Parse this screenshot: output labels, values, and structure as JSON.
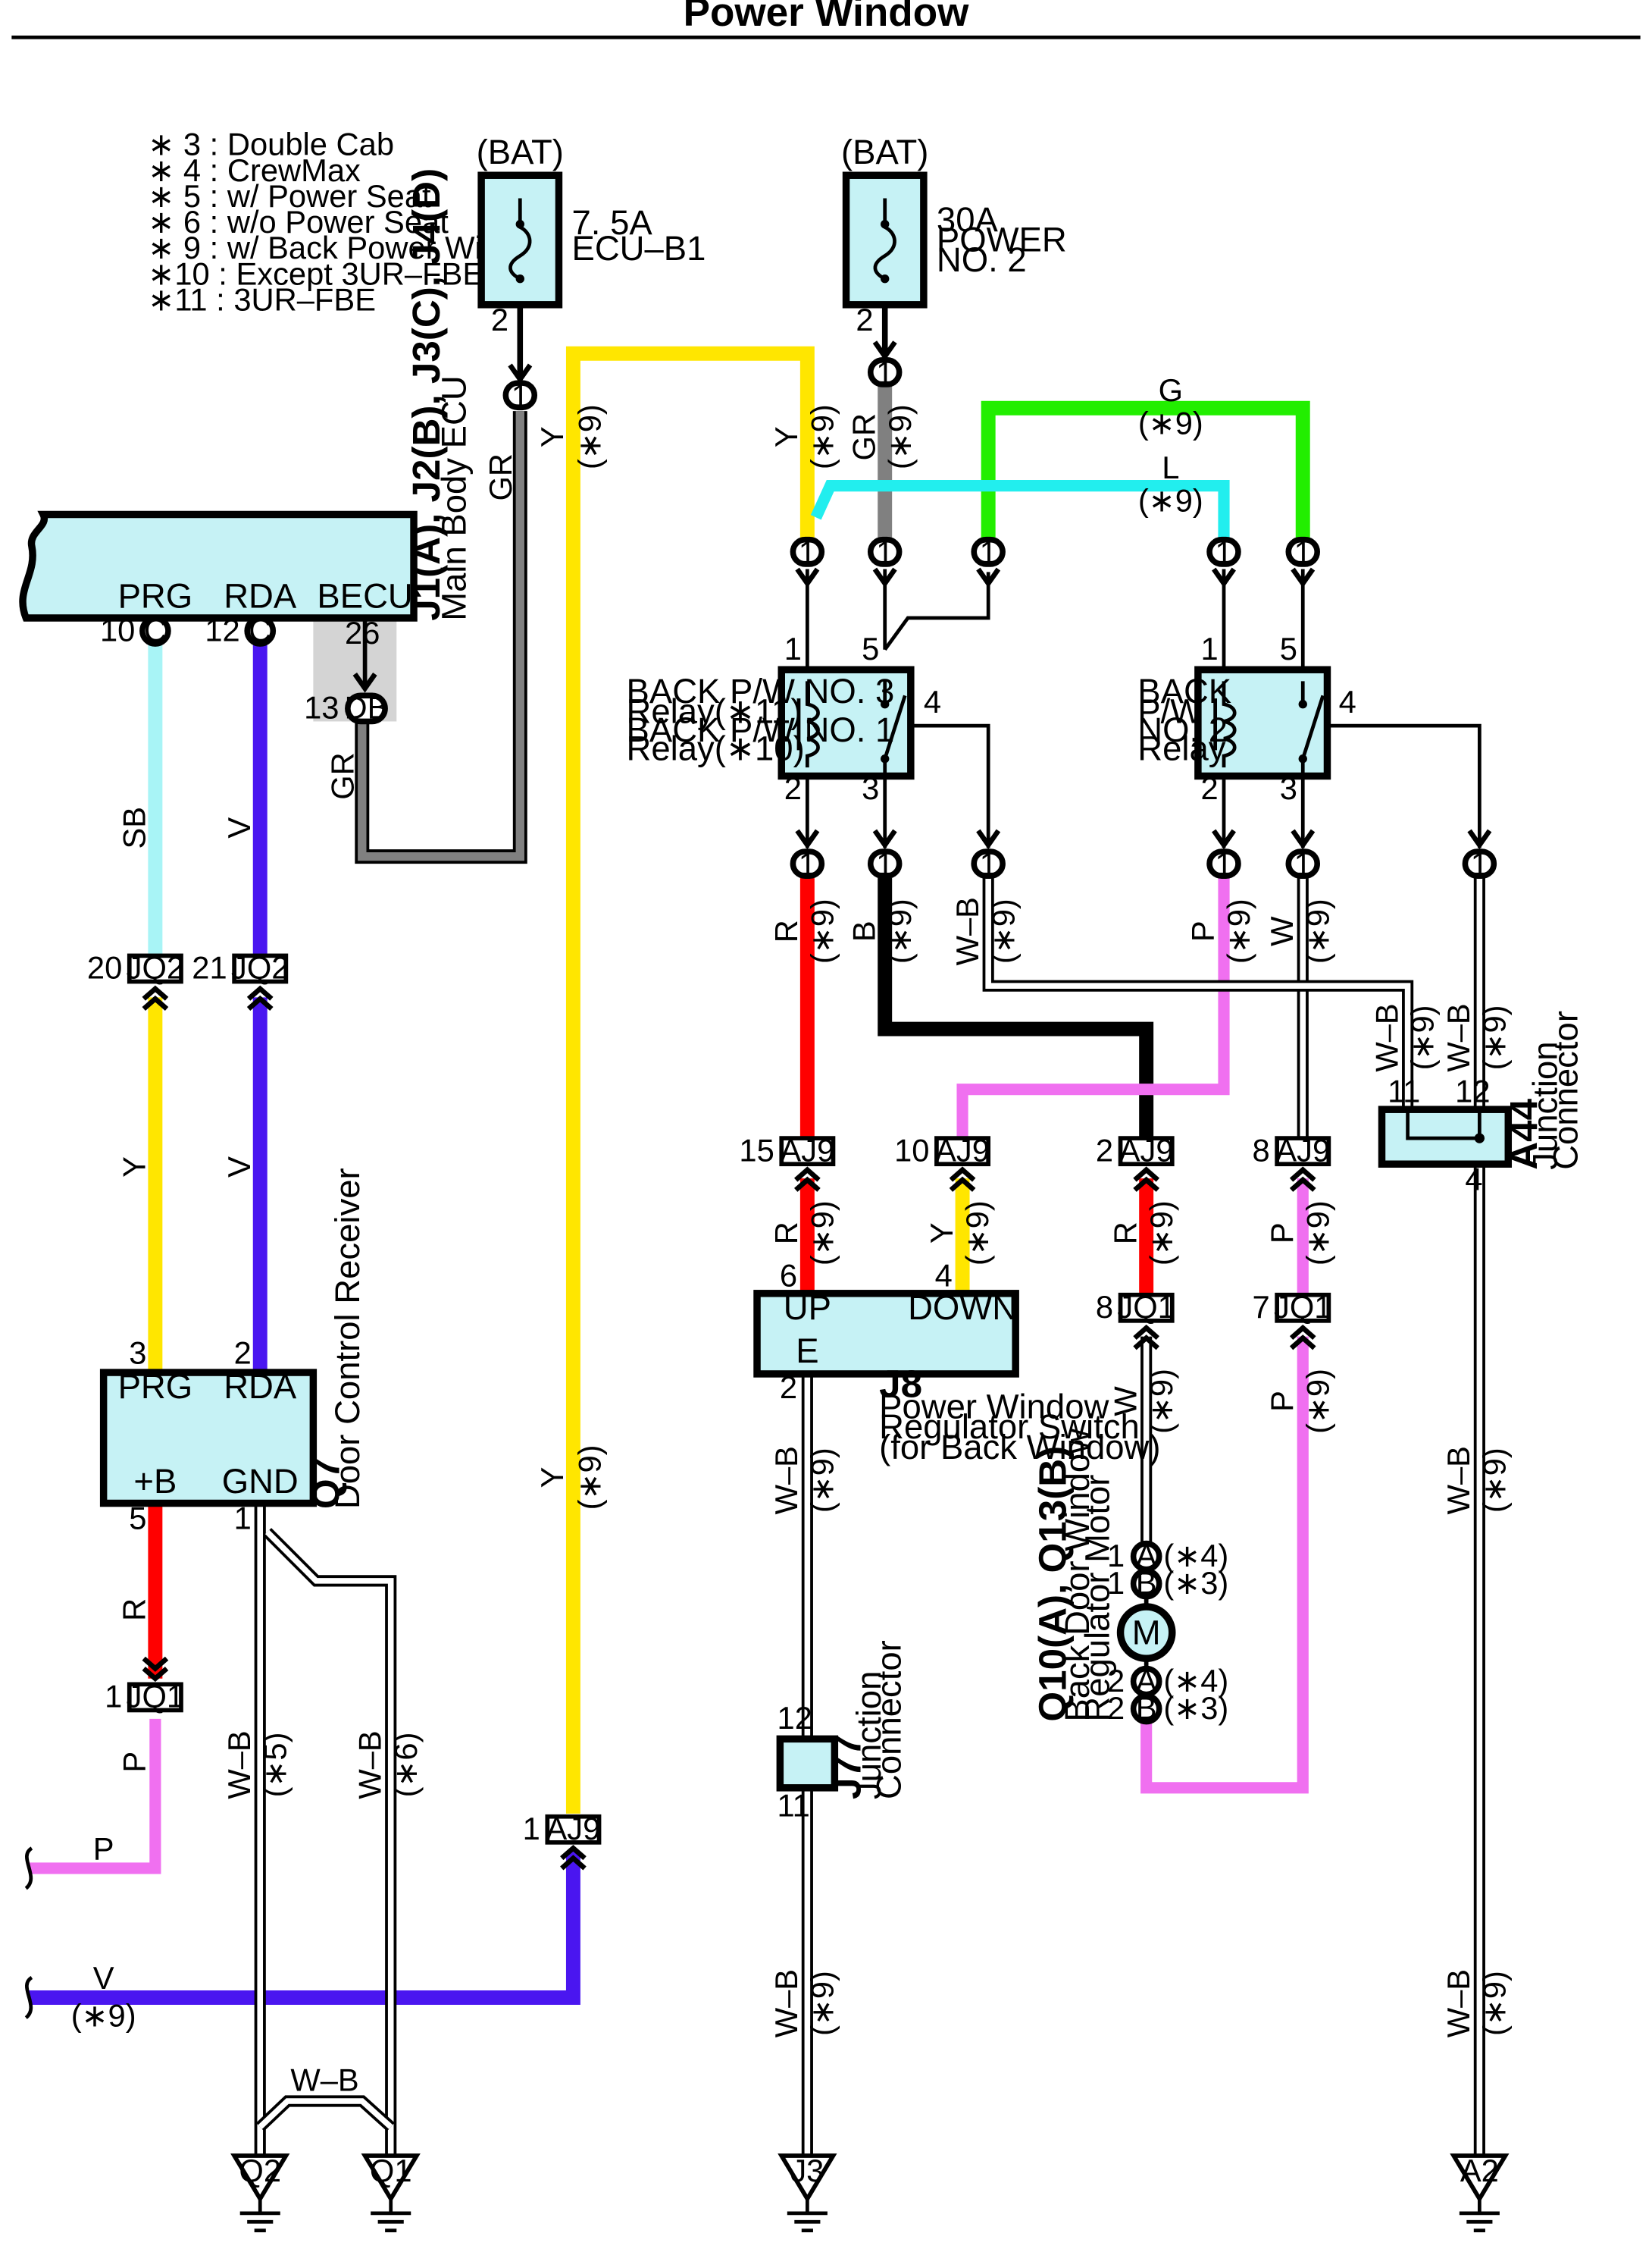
{
  "title": "Power Window",
  "notes": [
    "∗ 3 : Double Cab",
    "∗ 4 : CrewMax",
    "∗ 5 : w/ Power Seat",
    "∗ 6 : w/o Power Seat",
    "∗ 9 : w/ Back Power Window",
    "∗10 : Except 3UR–FBE",
    "∗11 : 3UR–FBE"
  ],
  "fuses": {
    "ecu": {
      "source": "(BAT)",
      "line1": "7. 5A",
      "line2": "ECU–B1",
      "pin": "2",
      "conn": "1"
    },
    "power": {
      "source": "(BAT)",
      "line1": "30A",
      "line2": "POWER",
      "line3": "NO. 2",
      "pin": "2",
      "conn": "1"
    }
  },
  "ecu": {
    "id": "J1(A), J2(B), J3(C), J4(D)",
    "name": "Main Body ECU",
    "prg": "PRG",
    "rda": "RDA",
    "becu": "BECU",
    "pin_prg": "10",
    "pin_rda": "12",
    "conn_c": "C",
    "pin_becu": "26",
    "pin_db": "13",
    "conn_db": "DB"
  },
  "relay3": {
    "line1": "BACK P/W NO. 3",
    "line2": "Relay(∗11)",
    "line3": "BACK P/W NO. 1",
    "line4": "Relay(∗10)",
    "p1": "1",
    "p5": "5",
    "p4": "4",
    "p2": "2",
    "p3": "3"
  },
  "relay2": {
    "line1": "BACK",
    "line2": "P/W",
    "line3": "NO. 2",
    "line4": "Relay",
    "p1": "1",
    "p5": "5",
    "p4": "4",
    "p2": "2",
    "p3": "3"
  },
  "door_receiver": {
    "id": "Q7",
    "name": "Door Control Receiver",
    "prg": "PRG",
    "rda": "RDA",
    "b": "+B",
    "gnd": "GND",
    "p3": "3",
    "p2": "2",
    "p5": "5",
    "p1": "1"
  },
  "switch": {
    "id": "J8",
    "line1": "Power Window",
    "line2": "Regulator Switch",
    "line3": "(for Back Window)",
    "up": "UP",
    "down": "DOWN",
    "e": "E",
    "p6": "6",
    "p4": "4",
    "p2": "2"
  },
  "motor": {
    "id": "Q10(A), Q13(B)",
    "line1": "Back Door Window",
    "line2": "Regulator Motor",
    "m": "M",
    "a": "A",
    "b": "B",
    "n4": "(∗4)",
    "n3": "(∗3)",
    "p1": "1",
    "p2": "2"
  },
  "a44": {
    "id": "A44",
    "line1": "Junction",
    "line2": "Connector",
    "p11": "11",
    "p12": "12",
    "p4": "4"
  },
  "j77": {
    "id": "J77",
    "line1": "Junction",
    "line2": "Connector",
    "p12": "12",
    "p11": "11"
  },
  "connectors": {
    "one": "1",
    "jq2": "JQ2",
    "jq1": "JQ1",
    "aj9": "AJ9",
    "p20": "20",
    "p21": "21",
    "p1": "1",
    "p15": "15",
    "p10": "10",
    "p2": "2",
    "p8": "8",
    "p7": "7"
  },
  "grounds": {
    "q2": "Q2",
    "q1": "Q1",
    "j3": "J3",
    "a2": "A2"
  },
  "wire_labels": {
    "Y": "Y",
    "GR": "GR",
    "G": "G",
    "L": "L",
    "R": "R",
    "B": "B",
    "WB": "W–B",
    "P": "P",
    "W": "W",
    "SB": "SB",
    "V": "V",
    "n9": "(∗9)",
    "n5": "(∗5)",
    "n6": "(∗6)"
  },
  "colors": {
    "yellow": "#ffe600",
    "gray": "#808080",
    "green": "#22ee00",
    "cyan": "#22eeee",
    "red": "#ff0000",
    "black": "#000000",
    "pink": "#f070f0",
    "violet": "#4a16f0",
    "lightblue": "#a8f4f6",
    "box": "#c6f2f5"
  }
}
